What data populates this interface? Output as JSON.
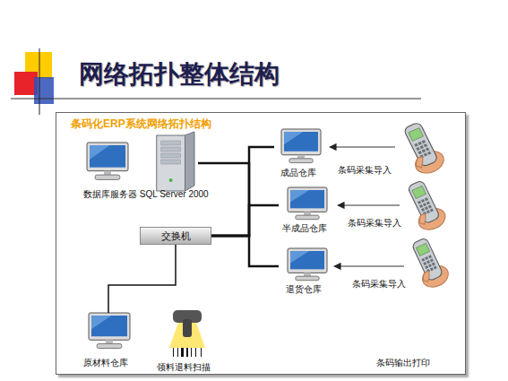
{
  "diagram": {
    "title": "网络拓扑整体结构",
    "nodes": [
      {
        "text": [
          "条码化ERP系统网络拓扑结构"
        ]
      },
      {
        "text": [
          "数据库服务器 SQL Server 2000"
        ],
        "in": 0
      },
      {
        "text": [
          "成品仓库"
        ],
        "in": 0
      },
      {
        "text": [
          "条码采集导入"
        ],
        "in": 0
      },
      {
        "text": [
          "半成品仓库"
        ],
        "in": 0
      },
      {
        "text": [
          "条码采集导入"
        ],
        "in": 0
      },
      {
        "text": [
          "交换机"
        ],
        "in": 0
      },
      {
        "text": [
          "退货仓库"
        ],
        "in": 0
      },
      {
        "text": [
          "条码采集导入"
        ],
        "in": 0
      },
      {
        "text": [
          "原材料仓库"
        ],
        "in": 0
      },
      {
        "text": [
          "领料退料扫描"
        ],
        "in": 0
      }
    ],
    "edges": [
      {
        "from": 6,
        "to": 1,
        "arrow": "none"
      },
      {
        "from": 6,
        "to": 2,
        "arrow": "none"
      },
      {
        "from": 6,
        "to": 4,
        "arrow": "none"
      },
      {
        "from": 6,
        "to": 7,
        "arrow": "none"
      },
      {
        "from": 6,
        "to": 9,
        "arrow": "none"
      },
      {
        "from": 3,
        "to": 2,
        "arrow": "to"
      },
      {
        "from": 5,
        "to": 4,
        "arrow": "to"
      },
      {
        "from": 8,
        "to": 7,
        "arrow": "to"
      }
    ],
    "labels": [
      "条码输出打印"
    ]
  }
}
